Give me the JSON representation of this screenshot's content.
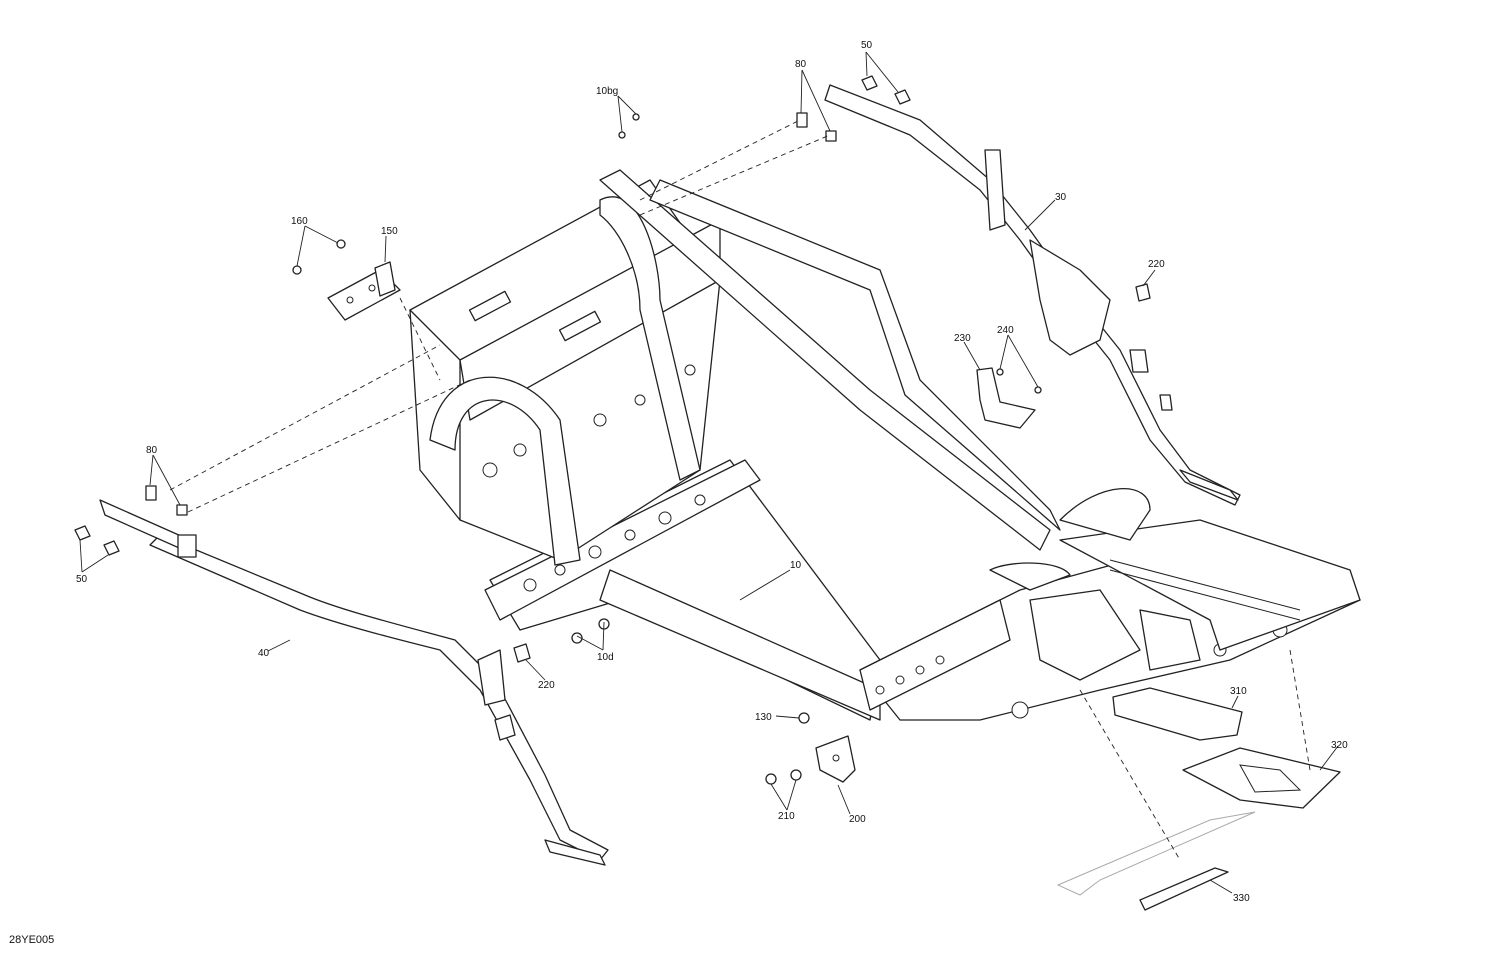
{
  "figure_id": "28YE005",
  "callouts": {
    "c10": "10",
    "c10bg": "10bg",
    "c10d": "10d",
    "c30": "30",
    "c40": "40",
    "c50a": "50",
    "c50b": "50",
    "c80a": "80",
    "c80b": "80",
    "c130": "130",
    "c150": "150",
    "c160": "160",
    "c200": "200",
    "c210": "210",
    "c220a": "220",
    "c220b": "220",
    "c230": "230",
    "c240": "240",
    "c310": "310",
    "c320": "320",
    "c330": "330"
  }
}
